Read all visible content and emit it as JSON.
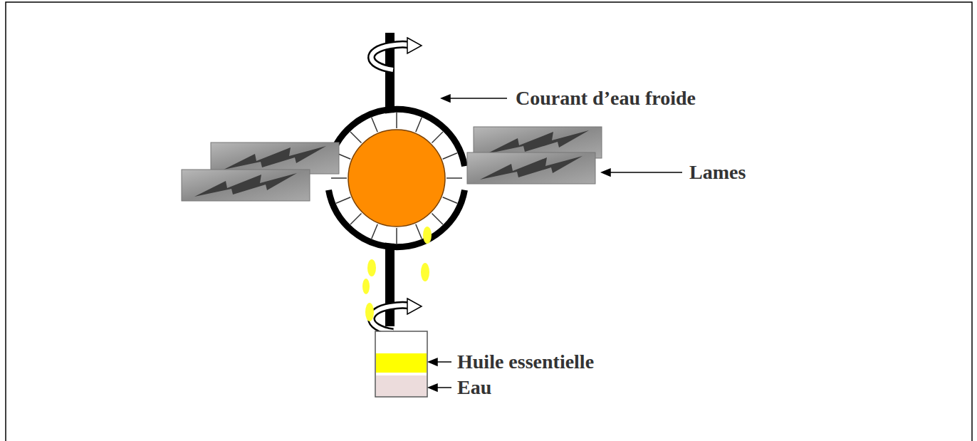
{
  "diagram": {
    "labels": [
      "Courant d’eau froide",
      "Lames",
      "Huile essentielle",
      "Eau"
    ]
  }
}
